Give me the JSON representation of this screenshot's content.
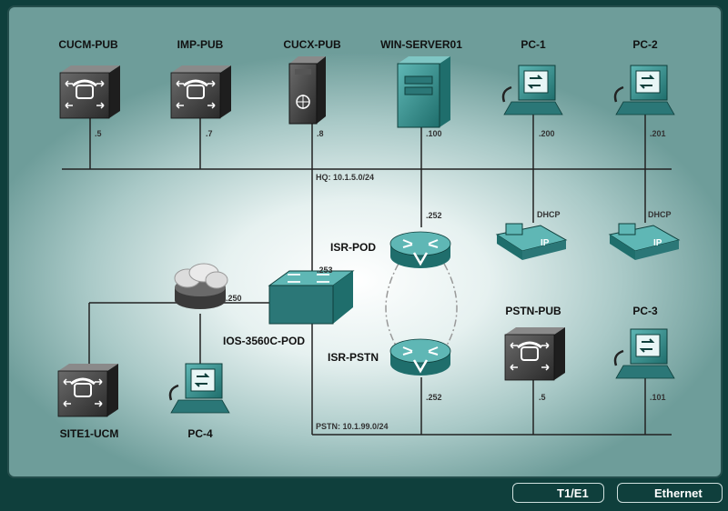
{
  "devices": {
    "cucm_pub": "CUCM-PUB",
    "imp_pub": "IMP-PUB",
    "cucx_pub": "CUCX-PUB",
    "win_server": "WIN-SERVER01",
    "pc1": "PC-1",
    "pc2": "PC-2",
    "isr_pod": "ISR-POD",
    "isr_pstn": "ISR-PSTN",
    "switch": "IOS-3560C-POD",
    "pstn_pub": "PSTN-PUB",
    "pc3": "PC-3",
    "site1_ucm": "SITE1-UCM",
    "pc4": "PC-4"
  },
  "ips": {
    "cucm_pub": ".5",
    "imp_pub": ".7",
    "cucx_pub": ".8",
    "win_server": ".100",
    "pc1": ".200",
    "pc2": ".201",
    "isr_pod": ".252",
    "switch": ".253",
    "cloud": ".250",
    "isr_pstn": ".252",
    "pstn_pub": ".5",
    "pc3": ".101",
    "phone1": "DHCP",
    "phone2": "DHCP"
  },
  "networks": {
    "hq": "HQ: 10.1.5.0/24",
    "pstn": "PSTN: 10.1.99.0/24"
  },
  "legend": {
    "t1e1": "T1/E1",
    "ethernet": "Ethernet"
  },
  "colors": {
    "background": "#0f3f3c",
    "device_dark": "#3a3a3a",
    "device_teal": "#2e8b8b",
    "line": "#222222"
  }
}
